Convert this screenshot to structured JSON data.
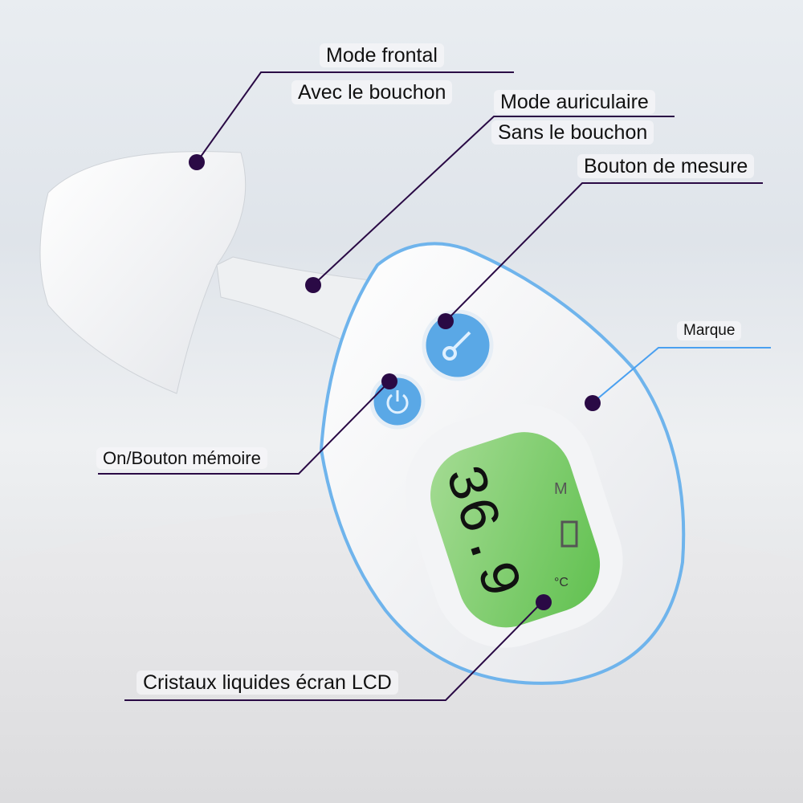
{
  "labels": {
    "frontal_mode": "Mode frontal",
    "with_cap": "Avec le bouchon",
    "ear_mode": "Mode auriculaire",
    "without_cap": "Sans le bouchon",
    "measure_button": "Bouton de mesure",
    "brand": "Marque",
    "on_memory_button": "On/Bouton mémoire",
    "lcd_screen": "Cristaux liquides écran LCD"
  },
  "lcd": {
    "reading": "36.9",
    "unit": "°C",
    "mode": "M"
  },
  "colors": {
    "callout_line": "#2a0a45",
    "dot": "#2a0a45",
    "button_blue": "#5aa8e6",
    "lcd_green": "#7fcf6e",
    "brand_line": "#4aa0f0"
  }
}
